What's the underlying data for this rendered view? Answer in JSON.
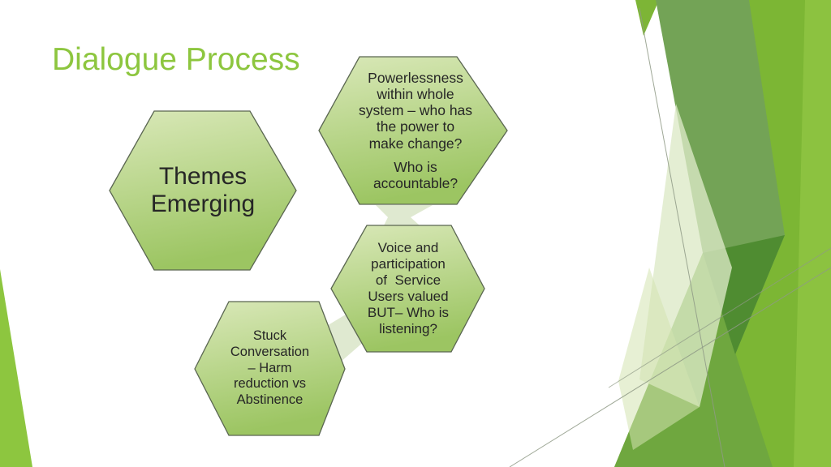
{
  "slide": {
    "title": "Dialogue Process",
    "hexagons": {
      "themes": {
        "label": [
          "Themes",
          "Emerging"
        ]
      },
      "powerlessness": {
        "para1": [
          "Powerlessness",
          "within whole",
          "system – who has",
          "the power to",
          "make change?"
        ],
        "para2": [
          "Who is",
          "accountable?"
        ]
      },
      "voice": {
        "label": [
          "Voice and",
          "participation",
          "of  Service",
          "Users valued",
          "BUT– Who is",
          "listening?"
        ]
      },
      "stuck": {
        "label": [
          "Stuck",
          "Conversation",
          "– Harm",
          "reduction vs",
          "Abstinence"
        ]
      }
    },
    "colors": {
      "title_green": "#8dc63f",
      "hex_fill_top": "#d9e8b8",
      "hex_fill_bottom": "#9cc562",
      "hex_border": "#5a6651",
      "hex_text": "#262626",
      "connector_green": "#dfe9d0",
      "decor_bright_green": "#7cb634",
      "decor_bright_green_light": "#8cc240",
      "decor_sage_green": "#73a356",
      "decor_dark_green": "#4f8c31",
      "decor_pale_green": "#dce9c6",
      "decor_left_triangle": "#8dc63f",
      "decor_line_gray": "#8f9a86"
    }
  }
}
